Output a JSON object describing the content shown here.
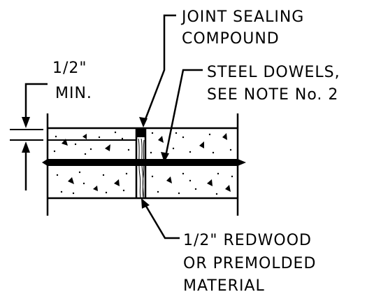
{
  "diagram": {
    "colors": {
      "ink": "#000000",
      "background": "#ffffff"
    },
    "labels": {
      "joint_sealing_line1": "JOINT SEALING",
      "joint_sealing_line2": "COMPOUND",
      "half_inch_line1": "1/2\"",
      "half_inch_line2": "MIN.",
      "steel_dowels_line1": "STEEL DOWELS,",
      "steel_dowels_line2": "SEE NOTE No. 2",
      "redwood_line1": "1/2\" REDWOOD",
      "redwood_line2": "OR PREMOLDED",
      "redwood_line3": "MATERIAL"
    }
  }
}
